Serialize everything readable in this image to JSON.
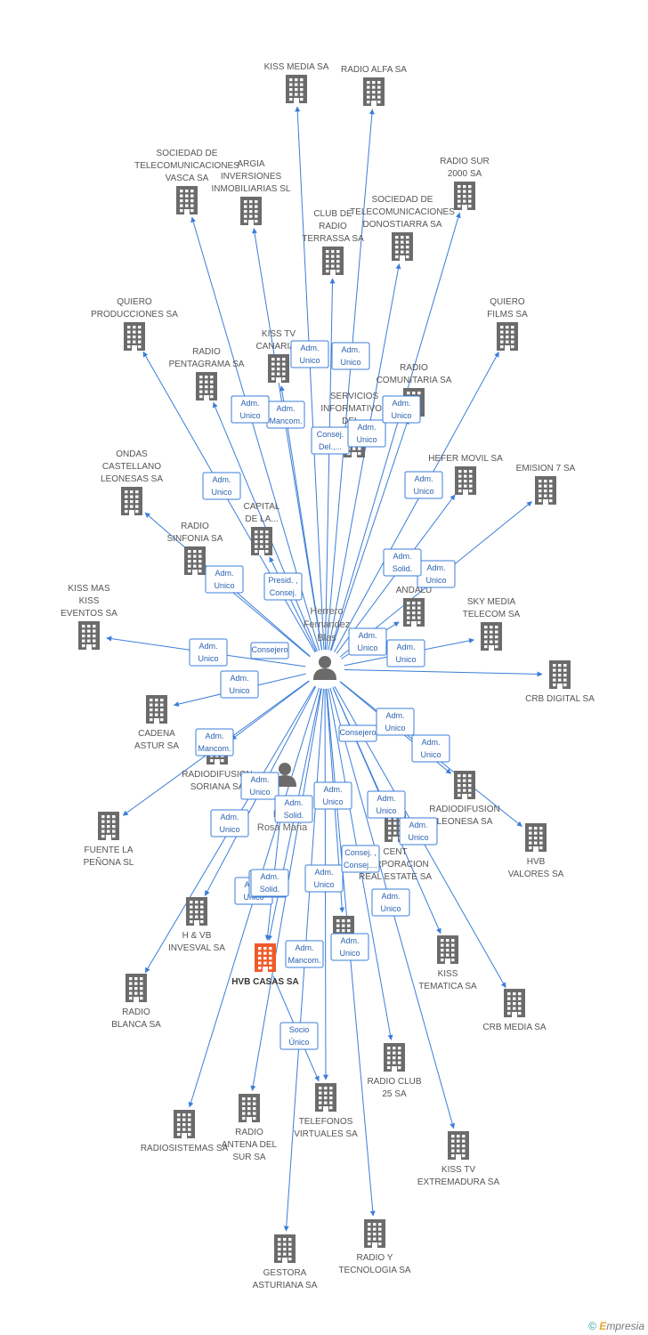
{
  "diagram": {
    "persons": [
      {
        "id": "p1",
        "lines": [
          "Herrero",
          "Fernandez",
          "Blas"
        ]
      },
      {
        "id": "p2",
        "lines": [
          "Rod",
          "Rosa Maria"
        ]
      }
    ],
    "companies": [
      {
        "id": "kissmedia",
        "lines": [
          "KISS MEDIA SA"
        ]
      },
      {
        "id": "radioalfa",
        "lines": [
          "RADIO ALFA SA"
        ]
      },
      {
        "id": "vasca",
        "lines": [
          "SOCIEDAD DE",
          "TELECOMUNICACIONES",
          "VASCA SA"
        ]
      },
      {
        "id": "argia",
        "lines": [
          "ARGIA",
          "INVERSIONES",
          "INMOBILIARIAS SL"
        ]
      },
      {
        "id": "radiosur",
        "lines": [
          "RADIO SUR",
          "2000 SA"
        ]
      },
      {
        "id": "donostiarra",
        "lines": [
          "SOCIEDAD DE",
          "TELECOMUNICACIONES",
          "DONOSTIARRA SA"
        ]
      },
      {
        "id": "terrassa",
        "lines": [
          "CLUB DE",
          "RADIO",
          "TERRASSA SA"
        ]
      },
      {
        "id": "qprod",
        "lines": [
          "QUIERO",
          "PRODUCCIONES SA"
        ]
      },
      {
        "id": "qfilms",
        "lines": [
          "QUIERO",
          "FILMS SA"
        ]
      },
      {
        "id": "kisscanarias",
        "lines": [
          "KISS TV",
          "CANARIAS"
        ]
      },
      {
        "id": "pentagrama",
        "lines": [
          "RADIO",
          "PENTAGRAMA SA"
        ]
      },
      {
        "id": "comunitaria",
        "lines": [
          "RADIO",
          "COMUNITARIA SA"
        ]
      },
      {
        "id": "servicios",
        "lines": [
          "SERVICIOS",
          "INFORMATIVOS",
          "DEL..."
        ]
      },
      {
        "id": "ondas",
        "lines": [
          "ONDAS",
          "CASTELLANO",
          "LEONESAS SA"
        ]
      },
      {
        "id": "hefer",
        "lines": [
          "HEFER MOVIL SA"
        ]
      },
      {
        "id": "emision7",
        "lines": [
          "EMISION 7 SA"
        ]
      },
      {
        "id": "capital",
        "lines": [
          "CAPITAL",
          "DE LA..."
        ]
      },
      {
        "id": "sinfonia",
        "lines": [
          "RADIO",
          "SINFONIA SA"
        ]
      },
      {
        "id": "andalu",
        "lines": [
          "ANDALU"
        ]
      },
      {
        "id": "kissmas",
        "lines": [
          "KISS MAS",
          "KISS",
          "EVENTOS SA"
        ]
      },
      {
        "id": "skymedia",
        "lines": [
          "SKY MEDIA",
          "TELECOM SA"
        ]
      },
      {
        "id": "crbdigital",
        "lines": [
          "CRB DIGITAL SA"
        ]
      },
      {
        "id": "cadena",
        "lines": [
          "CADENA",
          "ASTUR SA"
        ]
      },
      {
        "id": "soriana",
        "lines": [
          "RADIODIFUSION",
          "SORIANA SA"
        ]
      },
      {
        "id": "leonesa",
        "lines": [
          "RADIODIFUSION",
          "LEONESA SA"
        ]
      },
      {
        "id": "hvbvalores",
        "lines": [
          "HVB",
          "VALORES SA"
        ]
      },
      {
        "id": "fuente",
        "lines": [
          "FUENTE LA",
          "PEÑONA SL"
        ]
      },
      {
        "id": "realestate",
        "lines": [
          "CENT",
          "CORPORACION",
          "REAL ESTATE SA"
        ]
      },
      {
        "id": "invesval",
        "lines": [
          "H & VB",
          "INVESVAL SA"
        ]
      },
      {
        "id": "hvbcasas",
        "lines": [
          "HVB CASAS SA"
        ],
        "highlight": true
      },
      {
        "id": "midA",
        "lines": [
          "A"
        ]
      },
      {
        "id": "kisstematica",
        "lines": [
          "KISS",
          "TEMATICA SA"
        ]
      },
      {
        "id": "radioblanca",
        "lines": [
          "RADIO",
          "BLANCA SA"
        ]
      },
      {
        "id": "crbmedia",
        "lines": [
          "CRB MEDIA SA"
        ]
      },
      {
        "id": "radioclub",
        "lines": [
          "RADIO CLUB",
          "25 SA"
        ]
      },
      {
        "id": "telefonos",
        "lines": [
          "TELEFONOS",
          "VIRTUALES SA"
        ]
      },
      {
        "id": "antena",
        "lines": [
          "RADIO",
          "ANTENA DEL",
          "SUR SA"
        ]
      },
      {
        "id": "radiosistemas",
        "lines": [
          "RADIOSISTEMAS SA"
        ]
      },
      {
        "id": "kissextremadura",
        "lines": [
          "KISS TV",
          "EXTREMADURA SA"
        ]
      },
      {
        "id": "gestora",
        "lines": [
          "GESTORA",
          "ASTURIANA SA"
        ]
      },
      {
        "id": "radioytec",
        "lines": [
          "RADIO Y",
          "TECNOLOGIA SA"
        ]
      }
    ],
    "edges": [
      {
        "from": "p1",
        "to": "kissmedia",
        "lines": [
          "Adm.",
          "Unico"
        ]
      },
      {
        "from": "p1",
        "to": "radioalfa",
        "lines": [
          "Adm.",
          "Unico"
        ]
      },
      {
        "from": "p1",
        "to": "vasca",
        "lines": [
          "Adm.",
          "Unico"
        ]
      },
      {
        "from": "p1",
        "to": "argia",
        "lines": [
          "Adm.",
          "Mancom."
        ]
      },
      {
        "from": "p1",
        "to": "terrassa",
        "lines": [
          "Consej.",
          "Del.,..."
        ]
      },
      {
        "from": "p1",
        "to": "donostiarra",
        "lines": [
          "Adm.",
          "Unico"
        ]
      },
      {
        "from": "p1",
        "to": "radiosur",
        "lines": [
          "Adm.",
          "Unico"
        ]
      },
      {
        "from": "p1",
        "to": "qprod",
        "lines": [
          "Adm.",
          "Unico"
        ]
      },
      {
        "from": "p1",
        "to": "pentagrama",
        "lines": [
          "Adm.",
          "Unico"
        ]
      },
      {
        "from": "p1",
        "to": "kisscanarias",
        "lines": [
          "Adm.",
          "Unico"
        ]
      },
      {
        "from": "p1",
        "to": "comunitaria",
        "lines": [
          "Adm.",
          "Unico"
        ]
      },
      {
        "from": "p1",
        "to": "qfilms",
        "lines": [
          "Adm.",
          "Unico"
        ]
      },
      {
        "from": "p1",
        "to": "hefer",
        "lines": [
          "Adm.",
          "Unico"
        ]
      },
      {
        "from": "p1",
        "to": "emision7",
        "lines": [
          "Adm.",
          "Unico"
        ]
      },
      {
        "from": "p1",
        "to": "andalu",
        "lines": [
          "Adm.",
          "Solid."
        ]
      },
      {
        "from": "p1",
        "to": "sinfonia",
        "lines": [
          "Adm.",
          "Unico"
        ]
      },
      {
        "from": "p1",
        "to": "capital",
        "lines": [
          "Presid. ,",
          "Consej."
        ]
      },
      {
        "from": "p1",
        "to": "ondas",
        "lines": [
          "Adm.",
          "Unico"
        ]
      },
      {
        "from": "p1",
        "to": "kissmas",
        "lines": [
          "Adm.",
          "Unico"
        ]
      },
      {
        "from": "p1",
        "to": "cadena",
        "lines": [
          "Adm.",
          "Unico"
        ]
      },
      {
        "from": "p1",
        "to": "skymedia",
        "lines": [
          "Adm.",
          "Unico"
        ]
      },
      {
        "from": "p1",
        "to": "crbdigital",
        "lines": [
          "Adm.",
          "Unico"
        ]
      },
      {
        "from": "p1",
        "to": "fuente",
        "lines": [
          "Adm.",
          "Mancom."
        ]
      },
      {
        "from": "p1",
        "to": "leonesa",
        "lines": [
          "Adm.",
          "Unico"
        ]
      },
      {
        "from": "p1",
        "to": "hvbvalores",
        "lines": [
          "Adm.",
          "Unico"
        ]
      },
      {
        "from": "p1",
        "to": "soriana",
        "lines": [
          "Consejero"
        ]
      },
      {
        "from": "p1",
        "to": "realestate",
        "lines": [
          "Consejero"
        ]
      },
      {
        "from": "p1",
        "to": "invesval",
        "lines": [
          "Adm.",
          "Unico"
        ]
      },
      {
        "from": "p1",
        "to": "radioblanca",
        "lines": [
          "Adm.",
          "Unico"
        ]
      },
      {
        "from": "p1",
        "to": "kisstematica",
        "lines": [
          "Adm.",
          "Unico"
        ]
      },
      {
        "from": "p1",
        "to": "crbmedia",
        "lines": [
          "Adm.",
          "Unico"
        ]
      },
      {
        "from": "p1",
        "to": "radioclub",
        "lines": [
          "Adm.",
          "Unico"
        ]
      },
      {
        "from": "p1",
        "to": "telefonos",
        "lines": [
          "Adm.",
          "Unico"
        ]
      },
      {
        "from": "p1",
        "to": "radiosistemas",
        "lines": [
          "Adm.",
          "Unico"
        ]
      },
      {
        "from": "p1",
        "to": "kissextremadura",
        "lines": [
          "Consej. ,",
          "Consej...."
        ]
      },
      {
        "from": "p1",
        "to": "gestora",
        "lines": [
          "Adm.",
          "Unico"
        ]
      },
      {
        "from": "p1",
        "to": "radioytec",
        "lines": [
          "Adm.",
          "Unico"
        ]
      },
      {
        "from": "p1",
        "to": "antena",
        "lines": [
          "Adm.",
          "Solid."
        ]
      },
      {
        "from": "p1",
        "to": "hvbcasas",
        "lines": [
          "Adm.",
          "Mancom."
        ]
      },
      {
        "from": "p1",
        "to": "midA",
        "lines": [
          "Adm.",
          "Unico"
        ]
      },
      {
        "from": "p2",
        "to": "hvbcasas",
        "lines": [
          "Adm.",
          "Solid."
        ]
      },
      {
        "from": "hvbcasas",
        "to": "telefonos",
        "lines": [
          "Socio",
          "Único"
        ]
      }
    ]
  },
  "colors": {
    "edge": "#3b7dd8",
    "building": "#6b6b6b",
    "highlight": "#f05a28",
    "person": "#6b6b6b"
  },
  "brand": {
    "symbol": "©",
    "initial": "E",
    "name": "mpresia"
  }
}
